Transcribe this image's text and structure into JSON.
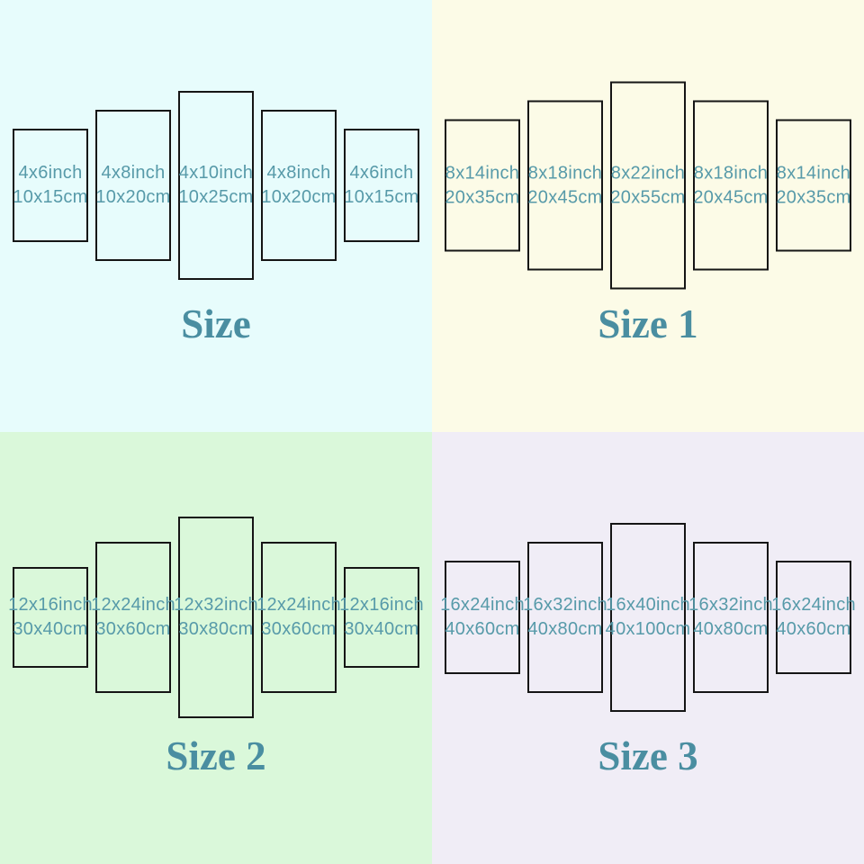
{
  "colors": {
    "panel_border": "#151515",
    "panel_text": "#579aa9",
    "title_text": "#4a8ea1"
  },
  "quadrants": [
    {
      "title": "Size",
      "background": "#e7fcfc",
      "panels": [
        {
          "inch": "4x6inch",
          "cm": "10x15cm",
          "dims": [
            4,
            6
          ]
        },
        {
          "inch": "4x8inch",
          "cm": "10x20cm",
          "dims": [
            4,
            8
          ]
        },
        {
          "inch": "4x10inch",
          "cm": "10x25cm",
          "dims": [
            4,
            10
          ]
        },
        {
          "inch": "4x8inch",
          "cm": "10x20cm",
          "dims": [
            4,
            8
          ]
        },
        {
          "inch": "4x6inch",
          "cm": "10x15cm",
          "dims": [
            4,
            6
          ]
        }
      ]
    },
    {
      "title": "Size 1",
      "background": "#fcfbe7",
      "panels": [
        {
          "inch": "8x14inch",
          "cm": "20x35cm",
          "dims": [
            8,
            14
          ]
        },
        {
          "inch": "8x18inch",
          "cm": "20x45cm",
          "dims": [
            8,
            18
          ]
        },
        {
          "inch": "8x22inch",
          "cm": "20x55cm",
          "dims": [
            8,
            22
          ]
        },
        {
          "inch": "8x18inch",
          "cm": "20x45cm",
          "dims": [
            8,
            18
          ]
        },
        {
          "inch": "8x14inch",
          "cm": "20x35cm",
          "dims": [
            8,
            14
          ]
        }
      ]
    },
    {
      "title": "Size 2",
      "background": "#daf8da",
      "panels": [
        {
          "inch": "12x16inch",
          "cm": "30x40cm",
          "dims": [
            12,
            16
          ]
        },
        {
          "inch": "12x24inch",
          "cm": "30x60cm",
          "dims": [
            12,
            24
          ]
        },
        {
          "inch": "12x32inch",
          "cm": "30x80cm",
          "dims": [
            12,
            32
          ]
        },
        {
          "inch": "12x24inch",
          "cm": "30x60cm",
          "dims": [
            12,
            24
          ]
        },
        {
          "inch": "12x16inch",
          "cm": "30x40cm",
          "dims": [
            12,
            16
          ]
        }
      ]
    },
    {
      "title": "Size 3",
      "background": "#f0edf6",
      "panels": [
        {
          "inch": "16x24inch",
          "cm": "40x60cm",
          "dims": [
            16,
            24
          ]
        },
        {
          "inch": "16x32inch",
          "cm": "40x80cm",
          "dims": [
            16,
            32
          ]
        },
        {
          "inch": "16x40inch",
          "cm": "40x100cm",
          "dims": [
            16,
            40
          ]
        },
        {
          "inch": "16x32inch",
          "cm": "40x80cm",
          "dims": [
            16,
            32
          ]
        },
        {
          "inch": "16x24inch",
          "cm": "40x60cm",
          "dims": [
            16,
            24
          ]
        }
      ]
    }
  ]
}
